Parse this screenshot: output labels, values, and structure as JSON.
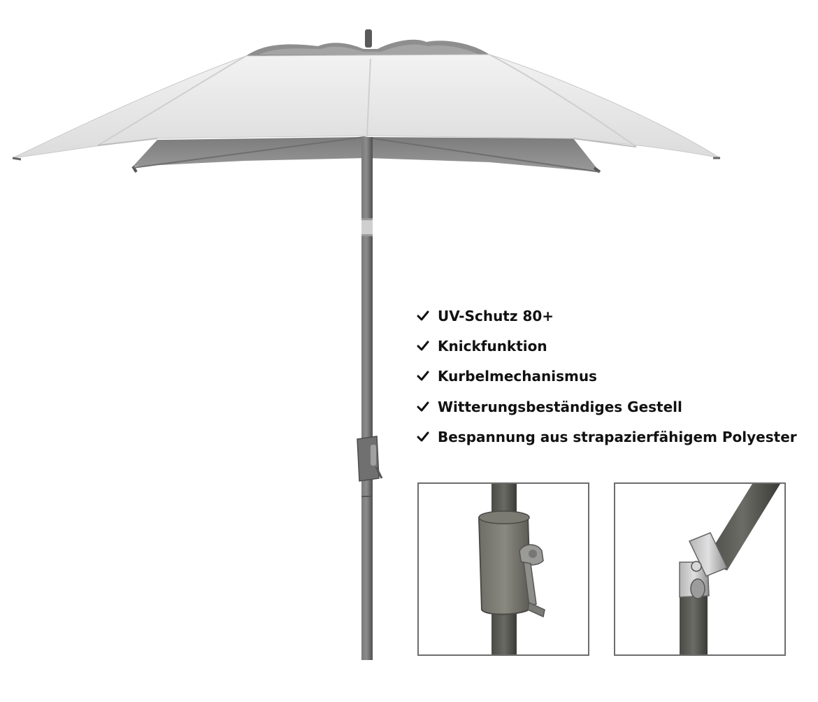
{
  "product": {
    "features": [
      "UV-Schutz 80+",
      "Knickfunktion",
      "Kurbelmechanismus",
      "Witterungsbeständiges Gestell",
      "Bespannung aus strapazierfähigem Polyester"
    ],
    "feature_icon": "checkmark-icon",
    "detail_images": [
      {
        "name": "crank-mechanism-closeup",
        "icon": "crank-handle"
      },
      {
        "name": "tilt-joint-closeup",
        "icon": "tilt-joint"
      }
    ],
    "colors": {
      "canopy_top": "#e6e6e6",
      "canopy_underside": "#8a8a8a",
      "pole": "#6b6b6b",
      "box_border": "#6d6d6d",
      "text": "#111111"
    }
  }
}
